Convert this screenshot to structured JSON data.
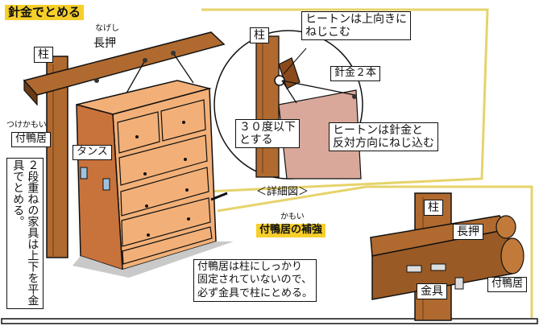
{
  "labels": {
    "title": "針金でとめる",
    "hashira_1": "柱",
    "nageshi_ruby": "なげし",
    "nageshi": "長押",
    "tsukegamoi_ruby": "つけかもい",
    "tsukegamoi": "付鴨居",
    "tansu": "タンス",
    "left_note": "２段重ねの家具は上下を平金具でとめる。",
    "hashira_2": "柱",
    "hiiton_up_1": "ヒートンは上向きに",
    "hiiton_up_2": "ねじこむ",
    "harigane_2": "針金２本",
    "deg30_1": "３０度以下",
    "deg30_2": "とする",
    "hiiton_rev_1": "ヒートンは針金と",
    "hiiton_rev_2": "反対方向にねじ込む",
    "detail": "＜詳細図＞",
    "kamoi_ruby": "かもい",
    "hokyou": "付鴨居の補強",
    "note_1": "付鴨居は柱にしっかり",
    "note_2": "固定されていないので、",
    "note_3": "必ず金具で柱にとめる。",
    "hashira_3": "柱",
    "nageshi_2": "長押",
    "kanagu": "金具",
    "tsukegamoi_2": "付鴨居"
  },
  "colors": {
    "title_bg": "#f6cf2a",
    "panel_line": "#e6d36a",
    "wood": "#b06a2f",
    "wood_dark": "#6b3a14",
    "furniture": "#f2b078",
    "furniture_dark": "#c9733c",
    "cloth": "#d9a89a",
    "shadow": "#c9c9c9"
  }
}
